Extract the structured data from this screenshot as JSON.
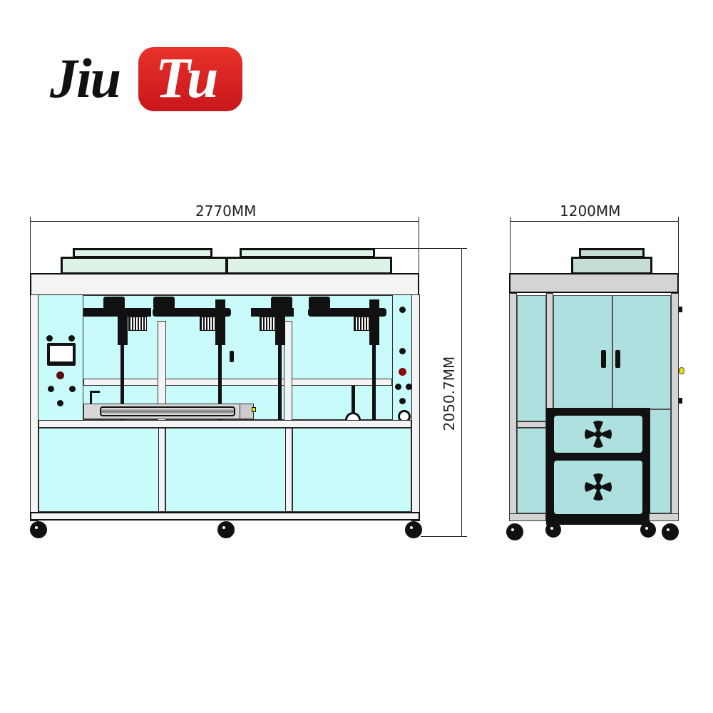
{
  "logo": {
    "part1": "Jiu",
    "part2": "Tu",
    "accent_color": "#d8201f"
  },
  "front_view": {
    "width_label": "2770MM",
    "height_label": "2050.7MM",
    "panel_color": "#c9fbfb",
    "top_cover_color": "#dcf3e6"
  },
  "side_view": {
    "width_label": "1200MM",
    "panel_color": "#aee0e0",
    "fans": [
      "fan-upper",
      "fan-lower"
    ]
  }
}
